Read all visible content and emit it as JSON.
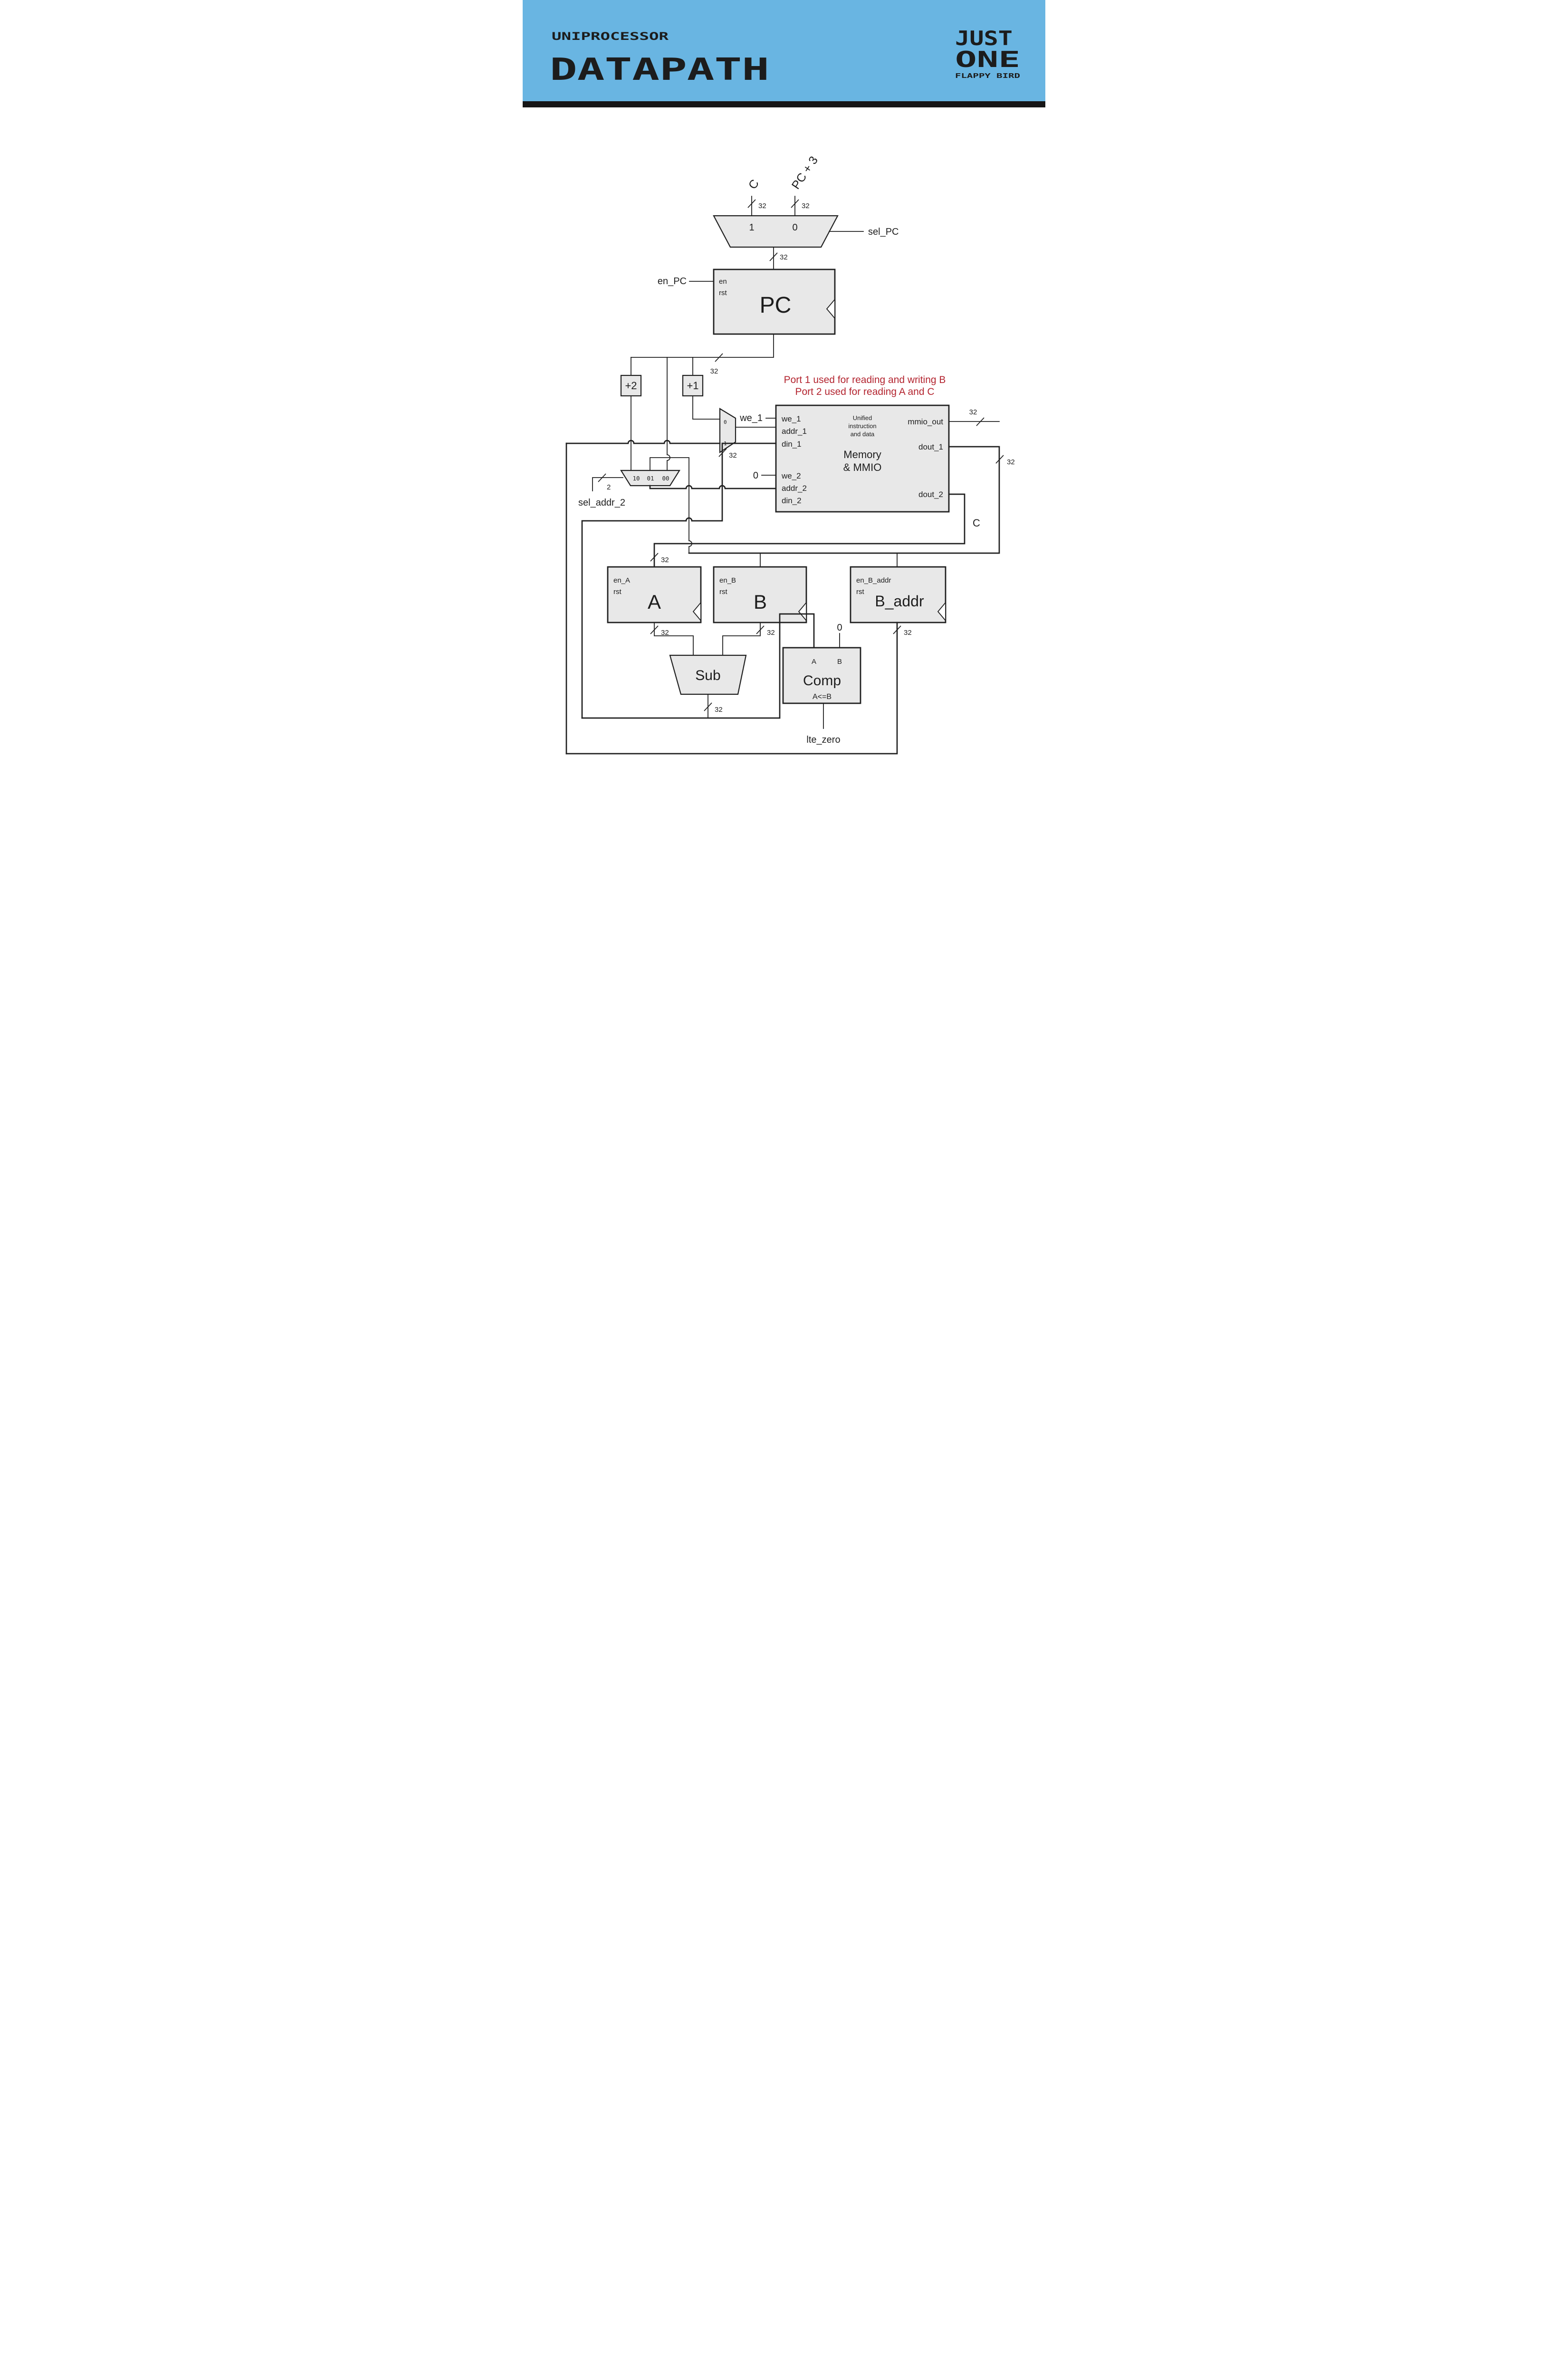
{
  "colors": {
    "header_bg": "#69b5e2",
    "divider_bar": "#161616",
    "box_fill": "#e8e8e8",
    "line": "#202020",
    "annotation_red": "#b3242f"
  },
  "header": {
    "kicker": "UNIPROCESSOR",
    "title": "DATAPATH",
    "brand_top": "JUST",
    "brand_mid": "ONE",
    "brand_sub": "FLAPPY BIRD"
  },
  "note": {
    "line1": "Port 1 used for reading and writing B",
    "line2": "Port 2 used for reading A and C"
  },
  "widths": {
    "bus": "32",
    "sel": "2"
  },
  "pc_mux": {
    "input_c": "C",
    "input_pc3": "PC + 3",
    "port1": "1",
    "port0": "0",
    "sel": "sel_PC"
  },
  "pc": {
    "en": "en",
    "rst": "rst",
    "name": "PC",
    "en_ext": "en_PC"
  },
  "adders": {
    "plus2": "+2",
    "plus1": "+1"
  },
  "addr1_mux": {
    "port0": "0",
    "port1": "1"
  },
  "addr2_mux": {
    "p10": "10",
    "p01": "01",
    "p00": "00",
    "sel": "sel_addr_2"
  },
  "mem": {
    "we1": "we_1",
    "addr1": "addr_1",
    "din1": "din_1",
    "we2": "we_2",
    "addr2": "addr_2",
    "din2": "din_2",
    "mmio": "mmio_out",
    "dout1": "dout_1",
    "dout2": "dout_2",
    "note1": "Unified",
    "note2": "instruction",
    "note3": "and data",
    "title1": "Memory",
    "title2": "& MMIO",
    "we1_ext": "we_1",
    "we2_const": "0",
    "c_bus": "C"
  },
  "regs": {
    "a": {
      "en": "en_A",
      "rst": "rst",
      "name": "A"
    },
    "b": {
      "en": "en_B",
      "rst": "rst",
      "name": "B"
    },
    "baddr": {
      "en": "en_B_addr",
      "rst": "rst",
      "name": "B_addr"
    }
  },
  "sub": {
    "name": "Sub"
  },
  "comp": {
    "name": "Comp",
    "a": "A",
    "b": "B",
    "cond": "A<=B",
    "const0": "0",
    "out": "lte_zero"
  }
}
